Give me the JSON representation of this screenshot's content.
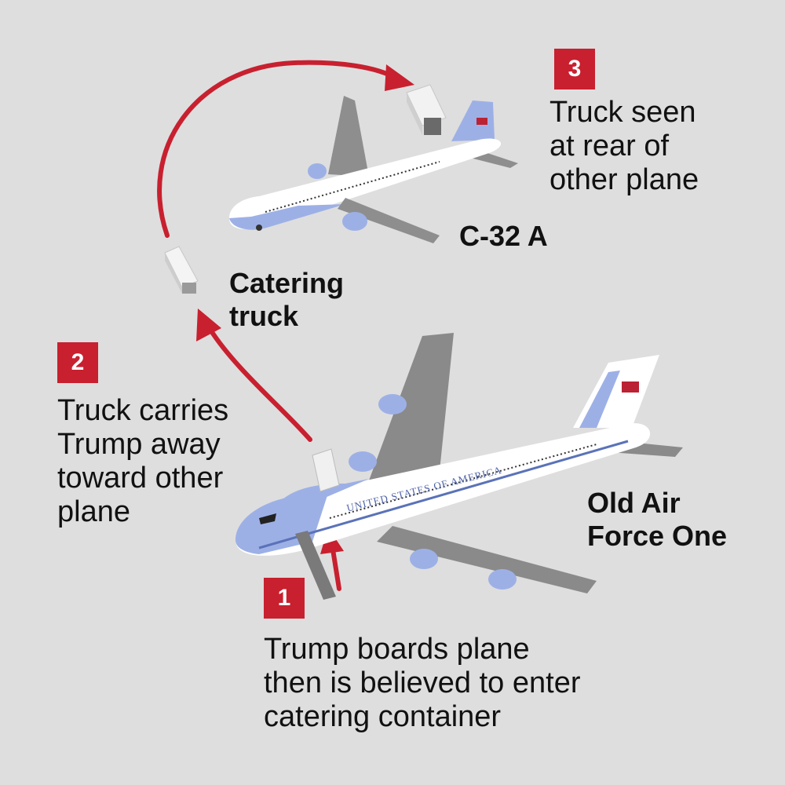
{
  "steps": [
    {
      "number": "1",
      "text": "Trump boards plane\nthen is believed to enter\ncatering container"
    },
    {
      "number": "2",
      "text": "Truck carries\nTrump away\ntoward other\nplane"
    },
    {
      "number": "3",
      "text": "Truck seen\nat rear of\nother plane"
    }
  ],
  "labels": {
    "c32a": "C-32 A",
    "catering_truck": "Catering\ntruck",
    "old_air_force_one": "Old Air\nForce One"
  },
  "aircraft_markings": {
    "fuselage_text": "UNITED STATES OF AMERICA"
  },
  "colors": {
    "accent_red": "#c8202f",
    "aircraft_blue": "#9db0e6",
    "wing_gray": "#8a8a8a",
    "fuselage_white": "#ffffff",
    "background": "#dedede"
  }
}
